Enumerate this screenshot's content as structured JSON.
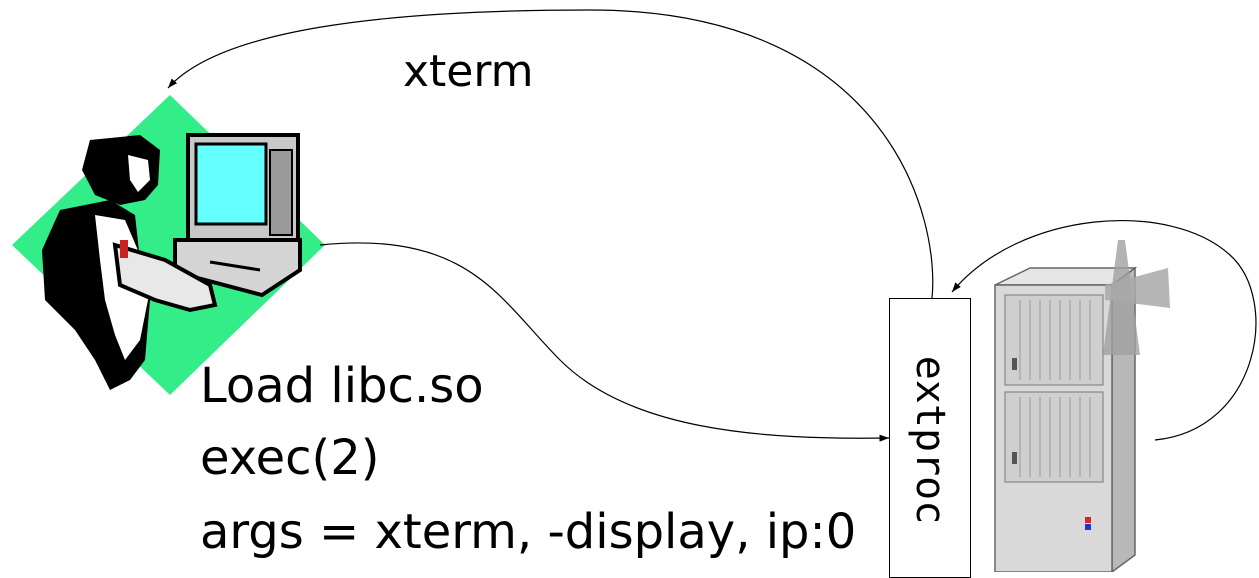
{
  "labels": {
    "xterm": "xterm",
    "load": "Load libc.so",
    "exec": "exec(2)",
    "args": "args = xterm, -display, ip:0",
    "extproc": "extproc"
  },
  "nodes": {
    "workstation": {
      "icon": "user-at-workstation-icon",
      "background": "#33ee88",
      "screen": "#66ffff"
    },
    "server": {
      "icon": "server-tower-icon",
      "body": "#d9d9d9",
      "led_red": "#dd2222",
      "led_blue": "#2233cc"
    }
  },
  "connections": [
    {
      "from": "workstation",
      "to": "extproc",
      "label": "load",
      "arrow": "end"
    },
    {
      "from": "extproc",
      "to": "workstation",
      "label": "xterm",
      "arrow": "end"
    },
    {
      "from": "server",
      "to": "extproc",
      "label": "",
      "arrow": "end"
    }
  ]
}
